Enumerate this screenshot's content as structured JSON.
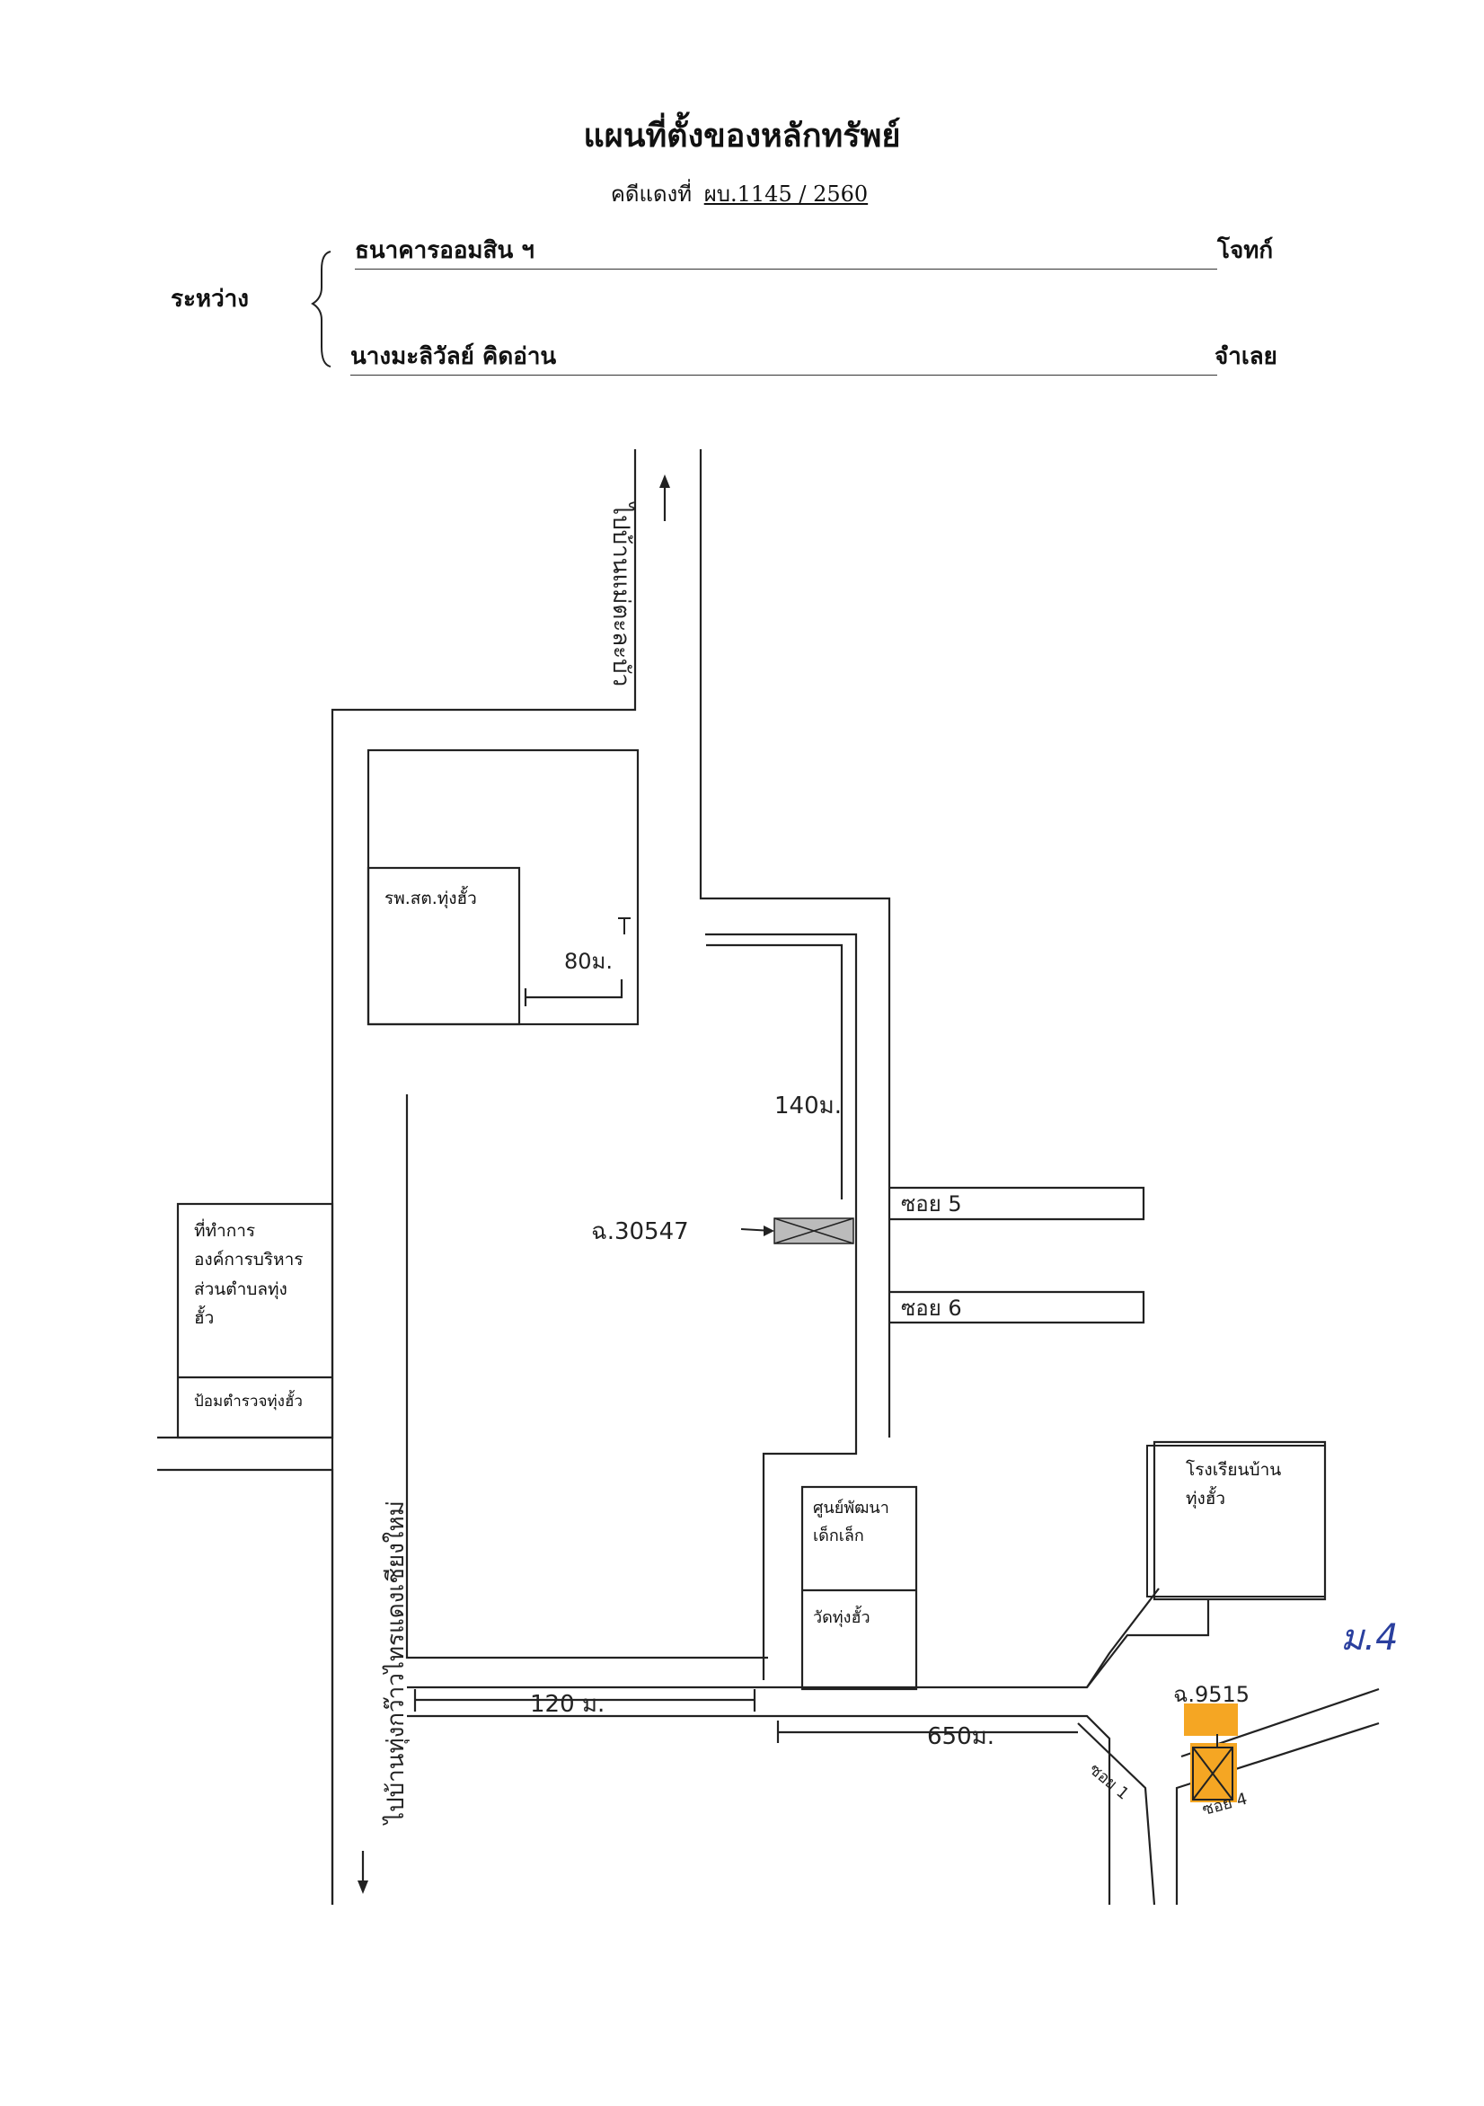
{
  "header": {
    "title": "แผนที่ตั้งของหลักทรัพย์",
    "case_label": "คดีแดงที่",
    "case_number": "ผบ.1145 / 2560",
    "between_label": "ระหว่าง",
    "plaintiff_name": "ธนาคารออมสิน ฯ",
    "plaintiff_role": "โจทก์",
    "defendant_name": "นางมะลิวัลย์ คิดอ่าน",
    "defendant_role": "จำเลย"
  },
  "map": {
    "road_north": "ไปบ้านแม่ตะละบัว",
    "road_south": "ไปบ้านทุ่งกว๊าวไทรแดงเชียงใหม่",
    "hospital": "รพ.สต.ทุ่งฮั้ว",
    "dist_hospital": "80ม.",
    "dist_north": "140ม.",
    "dist_south_a": "120 ม.",
    "dist_south_b": "650ม.",
    "parcel_main": "ฉ.30547",
    "parcel_second": "ฉ.9515",
    "soi5": "ซอย 5",
    "soi6": "ซอย 6",
    "soi1": "ซอย 1",
    "soi4": "ซอย 4",
    "tao_office": [
      "ที่ทำการ",
      "องค์การบริหาร",
      "ส่วนตำบลทุ่ง",
      "ฮั้ว"
    ],
    "police_box": "ป้อมตำรวจทุ่งฮั้ว",
    "child_center": [
      "ศูนย์พัฒนา",
      "เด็กเล็ก"
    ],
    "temple": "วัดทุ่งฮั้ว",
    "school": [
      "โรงเรียนบ้าน",
      "ทุ่งฮั้ว"
    ],
    "moo": "ม.4"
  },
  "colors": {
    "highlight": "#f5a623",
    "lines": "#222222",
    "ink_blue": "#2a3f9e"
  }
}
